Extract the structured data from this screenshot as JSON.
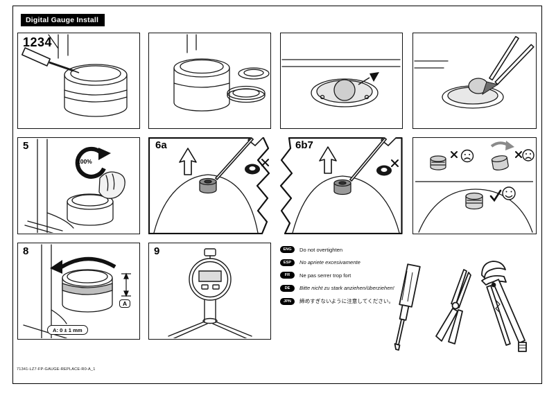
{
  "header": {
    "title": "Digital Gauge Install"
  },
  "panels": {
    "p1": {
      "label": "1234"
    },
    "p5": {
      "label": "5",
      "percent": "100%"
    },
    "p6a": {
      "label": "6a"
    },
    "p6b7": {
      "label": "6b7"
    },
    "p8": {
      "label": "8",
      "dim": "A",
      "note": "A: 0 ± 1 mm"
    },
    "p9": {
      "label": "9"
    }
  },
  "warnings": [
    {
      "lang": "ENG",
      "text": "Do not overtighten"
    },
    {
      "lang": "ESP",
      "text": "No apriete excesivamente"
    },
    {
      "lang": "FR",
      "text": "Ne pas serrer trop fort"
    },
    {
      "lang": "DE",
      "text": "Bitte nicht zu stark anziehen/überziehen!"
    },
    {
      "lang": "JPN",
      "text": "締めすぎないように注意してください。"
    }
  ],
  "footer": {
    "code": "71341-LZ7-FP-GAUGE-REPLACE-R0-A_1"
  }
}
